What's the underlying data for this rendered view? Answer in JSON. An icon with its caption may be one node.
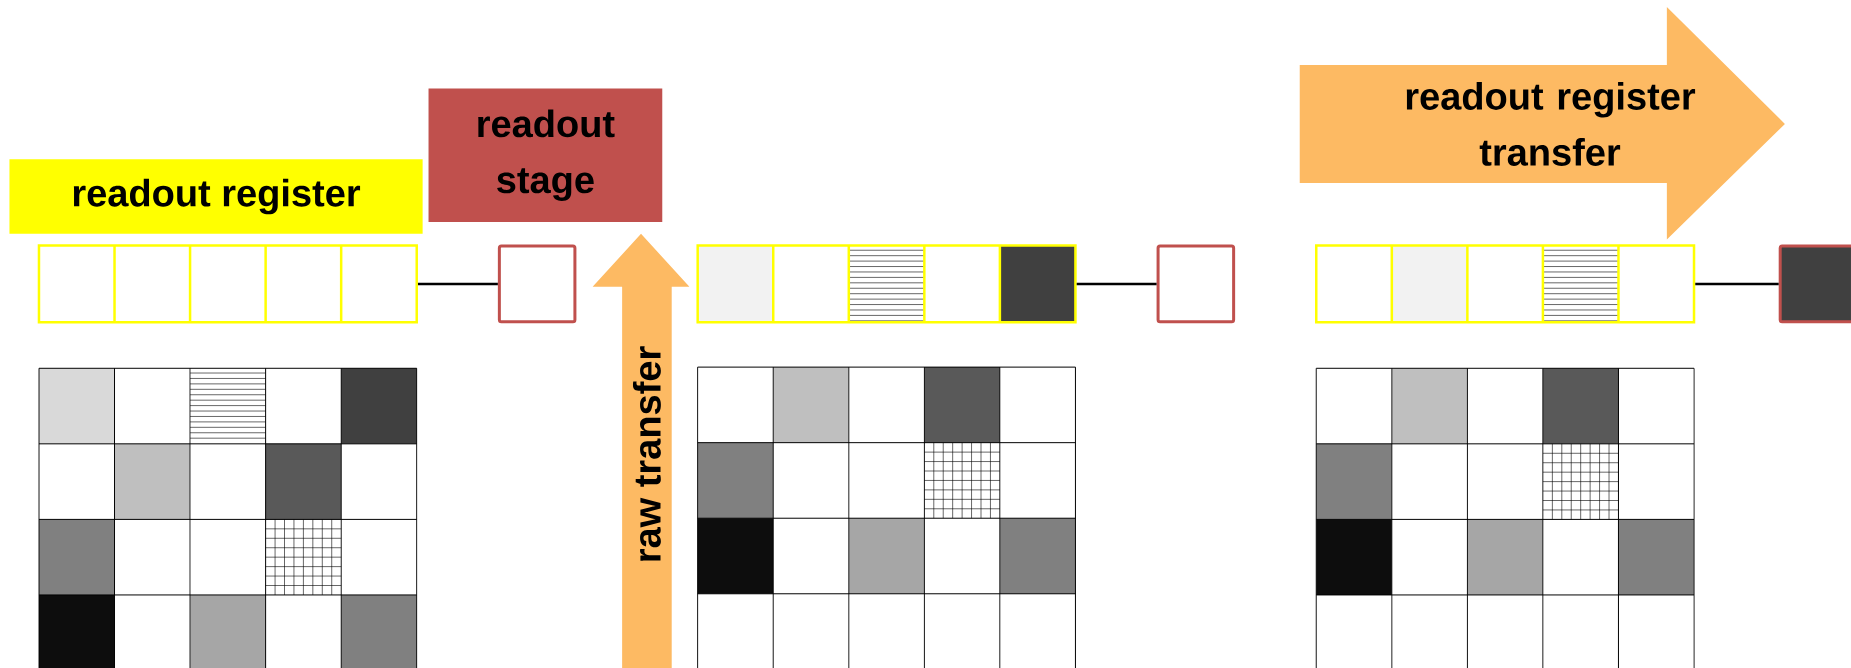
{
  "diagram": {
    "nodes": [
      {
        "text": [
          "readout register"
        ]
      },
      {
        "text": [
          "readout stage"
        ]
      },
      {
        "text": [
          "raw transfer"
        ]
      },
      {
        "text": [
          "readout register transfer"
        ]
      },
      {
        "text": [],
        "shape": "bar"
      },
      {
        "text": [],
        "shape": "box"
      },
      {
        "text": [],
        "shape": "bar"
      },
      {
        "text": [],
        "shape": "box"
      },
      {
        "text": [],
        "shape": "bar"
      },
      {
        "text": [],
        "shape": "box"
      }
    ],
    "edges": [
      {
        "from": 4,
        "to": 5,
        "arrow": "none"
      },
      {
        "from": 6,
        "to": 7,
        "arrow": "none"
      },
      {
        "from": 8,
        "to": 9,
        "arrow": "none"
      }
    ]
  }
}
